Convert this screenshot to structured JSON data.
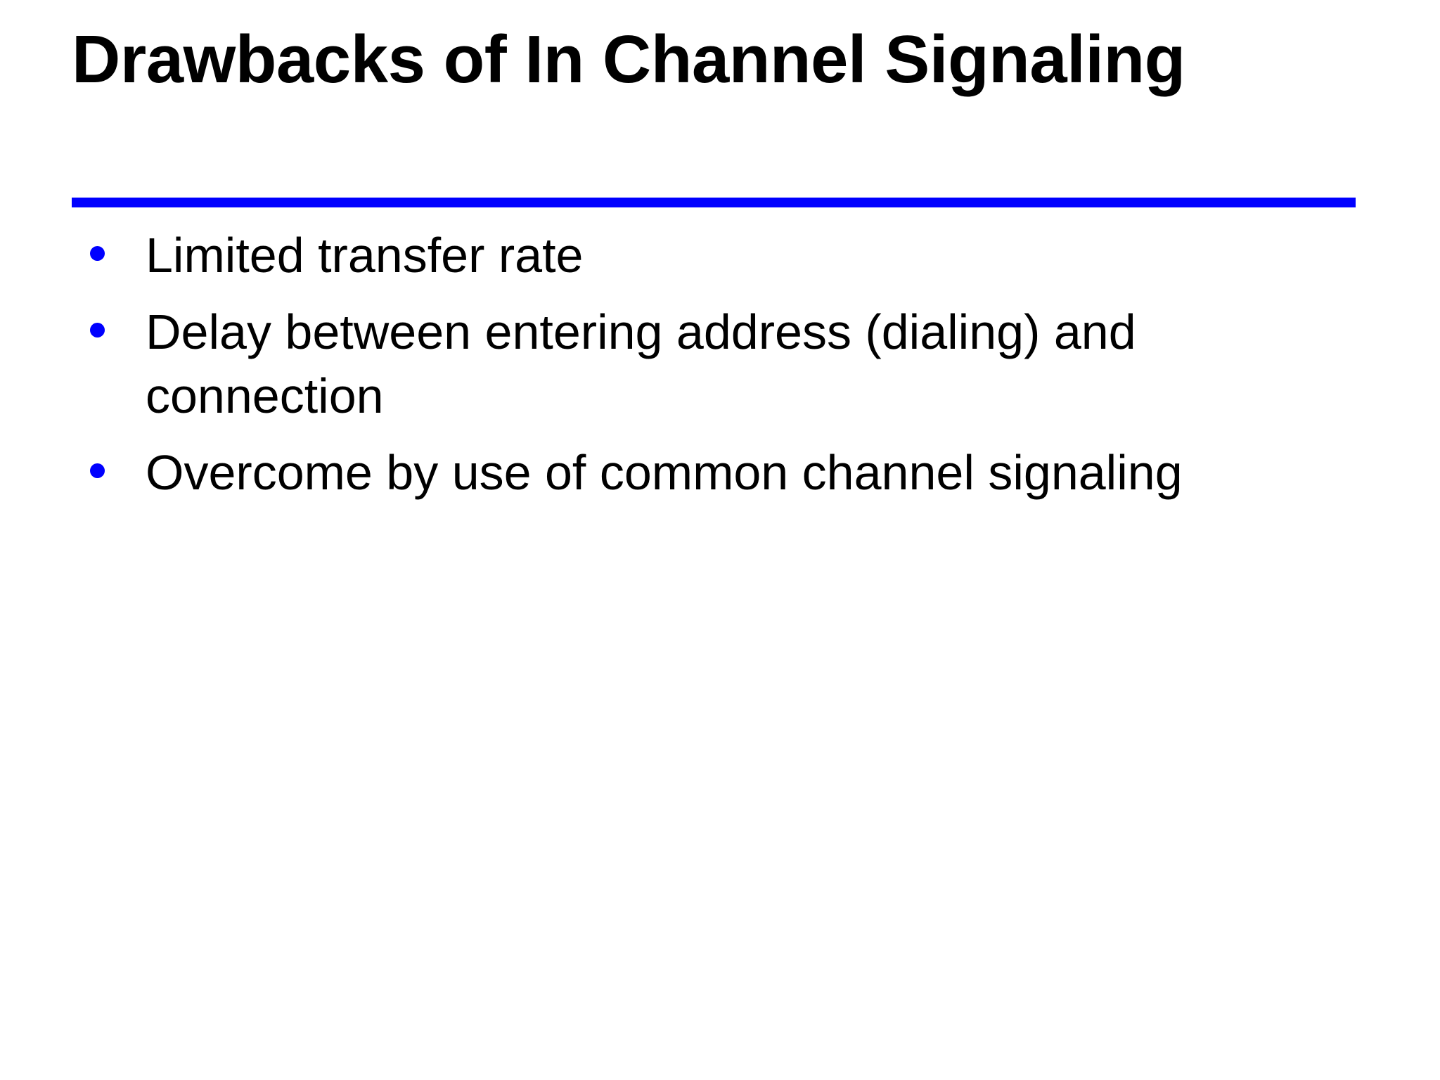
{
  "slide": {
    "background_color": "#ffffff",
    "title": "Drawbacks of In Channel Signaling",
    "title_color": "#000000",
    "accent_color": "#0000ff",
    "rule": {
      "name": "title-underline-rule",
      "color": "#0000ff"
    },
    "body": {
      "text_color": "#000000",
      "bullet_color": "#0000ff",
      "bullets": [
        {
          "text": "Limited transfer rate"
        },
        {
          "text": "Delay between entering address (dialing) and connection"
        },
        {
          "text": "Overcome by use of common channel signaling"
        }
      ]
    }
  }
}
